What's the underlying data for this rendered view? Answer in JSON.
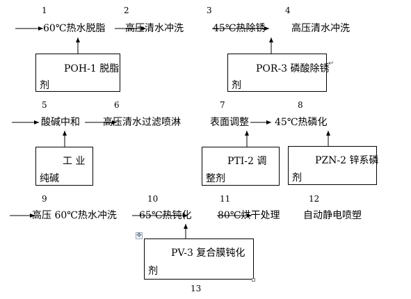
{
  "numbers": [
    "1",
    "2",
    "3",
    "4",
    "5",
    "6",
    "7",
    "8",
    "9",
    "10",
    "11",
    "12",
    "13"
  ],
  "steps": {
    "s1": "60℃热水脱脂",
    "s2": "高压清水冲洗",
    "s3": "45℃热除锈",
    "s4": "高压清水冲洗",
    "s5": "酸碱中和",
    "s6": "高压清水过滤喷淋",
    "s7": "表面调整",
    "s8": "45℃热磷化",
    "s9": "高压 60℃热水冲洗",
    "s10": "65℃热钝化",
    "s11": "80℃烘干处理",
    "s12": "自动静电喷塑"
  },
  "boxes": {
    "poh": {
      "line1": "POH-1 脱脂",
      "line2": "剂"
    },
    "por": {
      "line1": "POR-3 磷酸除锈",
      "line2": "剂"
    },
    "gy": {
      "line1": "工  业",
      "line2": "纯碱"
    },
    "pti": {
      "line1": "PTI-2   调",
      "line2": "整剂"
    },
    "pzn": {
      "line1": "PZN-2 锌系磷",
      "line2": "剂"
    },
    "pv": {
      "line1": "PV-3  复合膜钝化",
      "line2": "剂"
    }
  },
  "handle_icon": "move-handle-icon",
  "return_mark": "↵"
}
